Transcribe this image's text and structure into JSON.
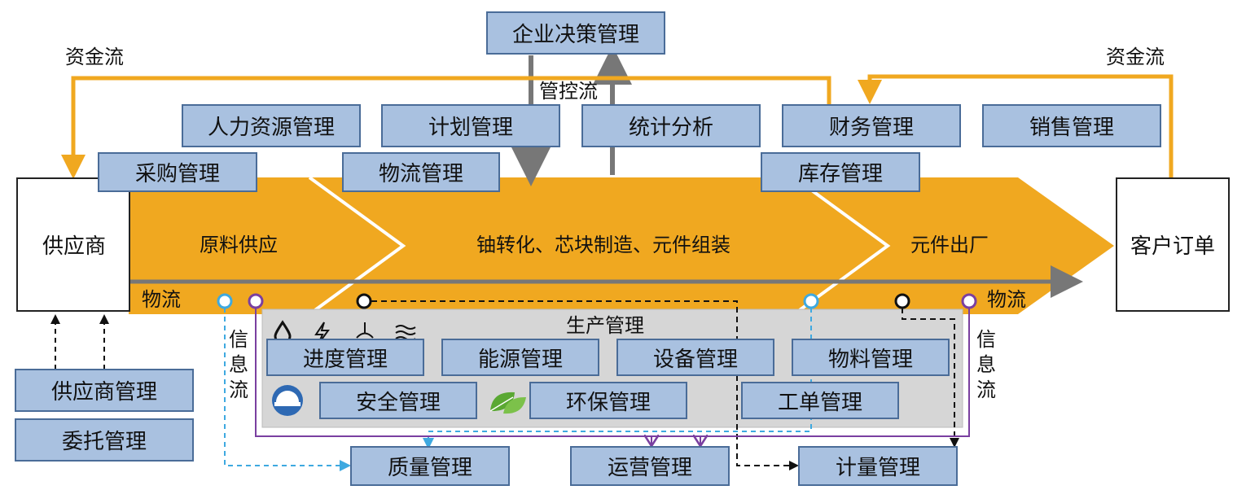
{
  "top": {
    "decision": "企业决策管理",
    "control_flow": "管控流"
  },
  "fund_flow_left": "资金流",
  "fund_flow_right": "资金流",
  "modules_row": [
    "人力资源管理",
    "计划管理",
    "统计分析",
    "财务管理",
    "销售管理"
  ],
  "band_modules": [
    "采购管理",
    "物流管理",
    "库存管理"
  ],
  "stages": [
    "原料供应",
    "铀转化、芯块制造、元件组装",
    "元件出厂"
  ],
  "supplier": {
    "label": "供应商"
  },
  "customer": {
    "label": "客户订单"
  },
  "material_flow_left": "物流",
  "material_flow_right": "物流",
  "info_flow_left": "信息流",
  "info_flow_right": "信息流",
  "production": {
    "title": "生产管理",
    "row1": [
      "进度管理",
      "能源管理",
      "设备管理",
      "物料管理"
    ],
    "row2": [
      "安全管理",
      "环保管理",
      "工单管理"
    ]
  },
  "supplier_mgmt": [
    "供应商管理",
    "委托管理"
  ],
  "bottom": [
    "质量管理",
    "运营管理",
    "计量管理"
  ],
  "colors": {
    "orange": "#f0a820",
    "box": "#a9c1e0",
    "box_border": "#4a6c98",
    "gray_panel": "#d6d6d6",
    "arrow_gray": "#777777",
    "purple": "#7a3fa0",
    "cyan": "#3ea9e0"
  }
}
